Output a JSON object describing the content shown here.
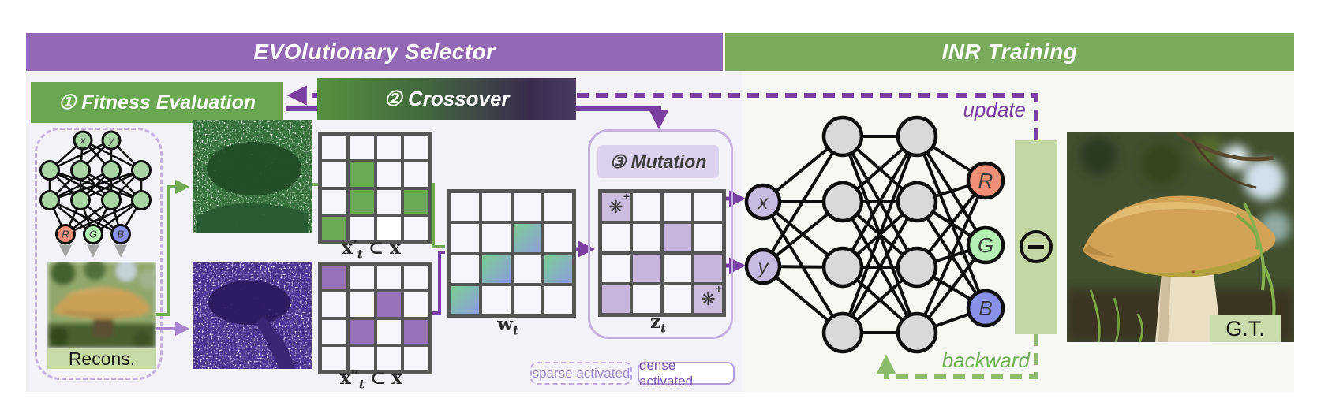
{
  "banners": {
    "selector": "EVOlutionary Selector",
    "training": "INR Training"
  },
  "stages": {
    "fitness_label": "① Fitness Evaluation",
    "crossover_label": "② Crossover",
    "mutation_label": "③ Mutation"
  },
  "flow": {
    "update": "update",
    "backward": "backward"
  },
  "reconstruction": {
    "caption": "Recons."
  },
  "ground_truth": {
    "caption": "G.T."
  },
  "legend": {
    "sparse": "sparse activated",
    "dense": "dense activated"
  },
  "icons": {
    "mutation": "❋",
    "mutation_plus": "+",
    "minus": "−"
  },
  "small_nn": {
    "inputs": [
      "x",
      "y"
    ],
    "outputs": [
      "R",
      "G",
      "B"
    ]
  },
  "big_nn": {
    "inputs": [
      "x",
      "y"
    ],
    "outputs": [
      "R",
      "G",
      "B"
    ]
  },
  "grid_labels": {
    "x_prime": {
      "base": "x",
      "mark": "′",
      "sub": "t",
      "rest": "⊂ x"
    },
    "x_dprime": {
      "base": "x",
      "mark": "″",
      "sub": "t",
      "rest": "⊂ x"
    },
    "w": {
      "base": "w",
      "mark": "",
      "sub": "t",
      "rest": ""
    },
    "z": {
      "base": "z",
      "mark": "",
      "sub": "t",
      "rest": ""
    }
  },
  "grids": {
    "x_prime": {
      "rows": 4,
      "cols": 4,
      "cells": [
        {
          "r": 1,
          "c": 1,
          "t": "green"
        },
        {
          "r": 2,
          "c": 1,
          "t": "green"
        },
        {
          "r": 2,
          "c": 3,
          "t": "green"
        },
        {
          "r": 3,
          "c": 0,
          "t": "green"
        },
        {
          "r": 3,
          "c": 2,
          "t": "white"
        }
      ]
    },
    "x_dprime": {
      "rows": 4,
      "cols": 4,
      "cells": [
        {
          "r": 0,
          "c": 0,
          "t": "purple"
        },
        {
          "r": 1,
          "c": 2,
          "t": "purple"
        },
        {
          "r": 2,
          "c": 1,
          "t": "purple"
        },
        {
          "r": 2,
          "c": 3,
          "t": "purple"
        }
      ]
    },
    "w": {
      "rows": 4,
      "cols": 4,
      "cells": [
        {
          "r": 1,
          "c": 2,
          "t": "grad"
        },
        {
          "r": 2,
          "c": 1,
          "t": "grad"
        },
        {
          "r": 2,
          "c": 3,
          "t": "grad"
        },
        {
          "r": 3,
          "c": 0,
          "t": "grad"
        }
      ]
    },
    "z": {
      "rows": 4,
      "cols": 4,
      "cells": [
        {
          "r": 0,
          "c": 0,
          "t": "icon"
        },
        {
          "r": 1,
          "c": 2,
          "t": "lav"
        },
        {
          "r": 2,
          "c": 1,
          "t": "lav"
        },
        {
          "r": 2,
          "c": 3,
          "t": "lav"
        },
        {
          "r": 3,
          "c": 0,
          "t": "lav"
        },
        {
          "r": 3,
          "c": 3,
          "t": "icon"
        }
      ]
    }
  },
  "colors": {
    "selector_banner": "#9368b4",
    "training_banner": "#7aab5c",
    "fitness_green": "#69a851",
    "crossover_gradient_left": "#55913f",
    "crossover_gradient_right": "#3a2b4e",
    "accent_purple": "#7b3fa2",
    "accent_green": "#70ab52",
    "backward_green": "#8cbc6a",
    "cell_green": "#6aaa55",
    "cell_purple": "#9673ba",
    "cell_lavender": "#c7b5de",
    "node_gray": "#d9d9d9",
    "node_r": "#ef8f78",
    "node_g": "#b4f0b4",
    "node_b": "#8890e8",
    "node_xy": "#c6bbe0",
    "subtract_bar": "#c3d7a3"
  }
}
